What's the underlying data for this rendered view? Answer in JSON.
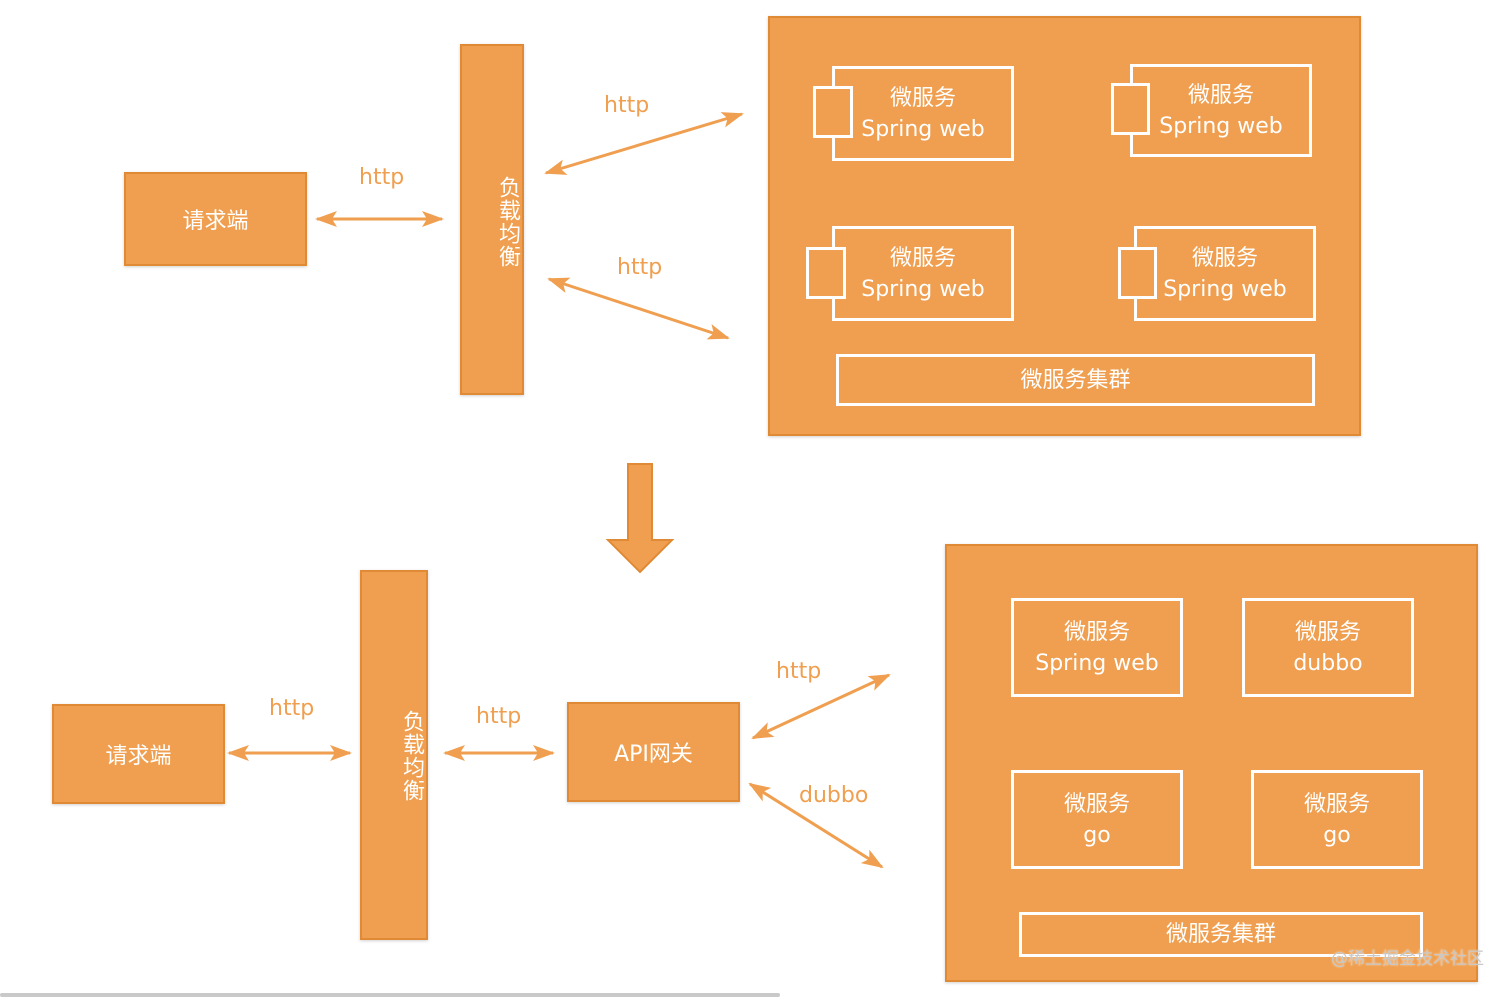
{
  "top": {
    "client_label": "请求端",
    "lb_label": "负载均衡",
    "arrow_client_lb": "http",
    "arrow_lb_cluster_upper": "http",
    "arrow_lb_cluster_lower": "http",
    "services": [
      {
        "line1": "微服务",
        "line2": "Spring web"
      },
      {
        "line1": "微服务",
        "line2": "Spring web"
      },
      {
        "line1": "微服务",
        "line2": "Spring web"
      },
      {
        "line1": "微服务",
        "line2": "Spring web"
      }
    ],
    "cluster_label": "微服务集群"
  },
  "bottom": {
    "client_label": "请求端",
    "lb_label": "负载均衡",
    "gateway_label": "API网关",
    "arrow_client_lb": "http",
    "arrow_lb_gateway": "http",
    "arrow_gateway_cluster_upper": "http",
    "arrow_gateway_cluster_lower": "dubbo",
    "services": [
      {
        "line1": "微服务",
        "line2": "Spring web"
      },
      {
        "line1": "微服务",
        "line2": "dubbo"
      },
      {
        "line1": "微服务",
        "line2": "go"
      },
      {
        "line1": "微服务",
        "line2": "go"
      }
    ],
    "cluster_label": "微服务集群"
  },
  "watermark": "@稀土掘金技术社区",
  "colors": {
    "box_fill": "#ef9f4f",
    "arrow": "#ef9f4f",
    "label_text": "#ffffff"
  }
}
